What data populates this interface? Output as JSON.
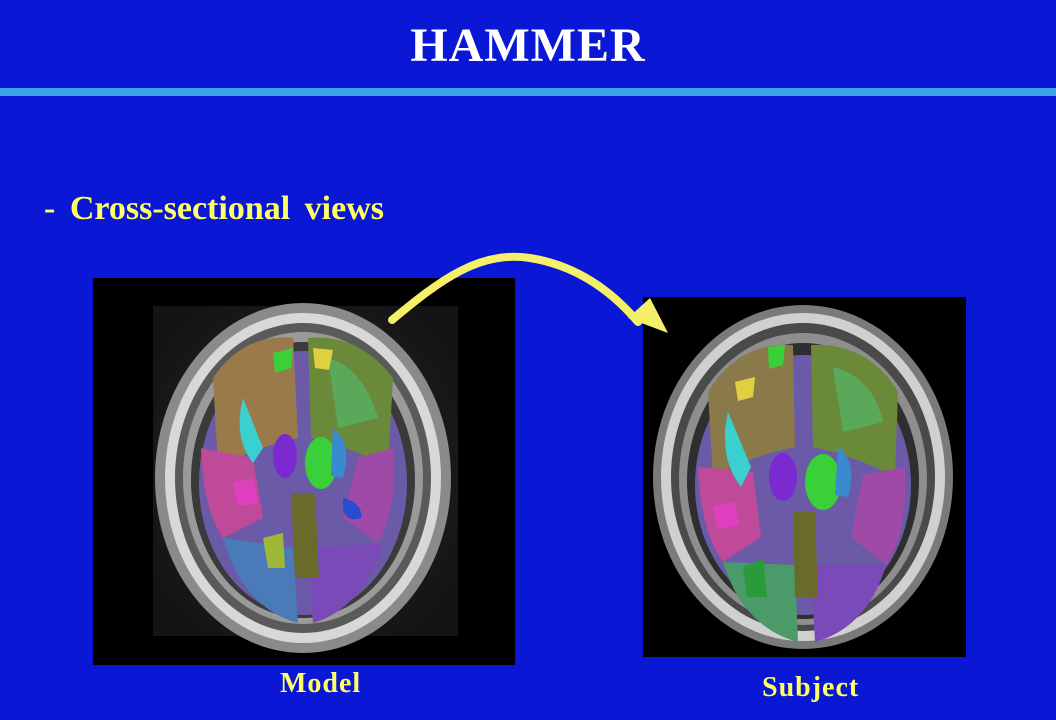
{
  "slide": {
    "title": "HAMMER",
    "bullet": "-  Cross-sectional  views"
  },
  "images": {
    "model_caption": "Model",
    "subject_caption": "Subject"
  },
  "colors": {
    "background": "#0a17d4",
    "title": "#ffffff",
    "rule": "#3ea2e8",
    "accent_text": "#ffff66",
    "arrow": "#f5f06a"
  },
  "icons": {
    "arrow": "curved-arrow-icon"
  }
}
